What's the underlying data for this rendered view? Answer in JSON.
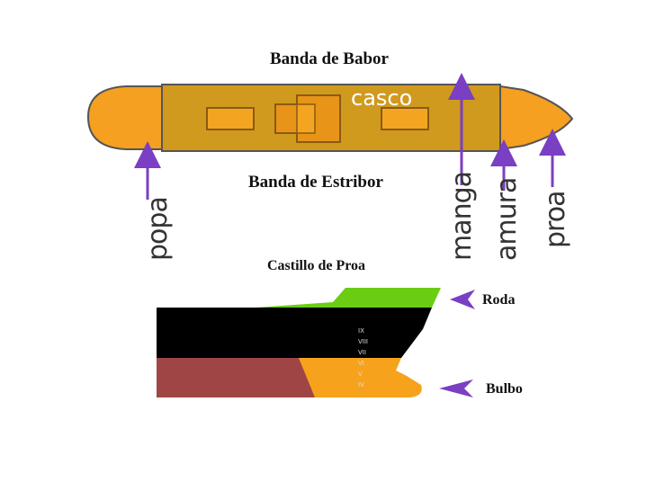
{
  "colors": {
    "hull": "#D09A1E",
    "hull_light": "#E8B030",
    "bow_stern": "#F5A020",
    "arrow": "#7A3FC2",
    "castillo": "#6ACD14",
    "black": "#000000",
    "bulbo_brown": "#A04545",
    "bulbo_orange": "#F6A21C"
  },
  "top_diagram": {
    "banda_babor": "Banda de Babor",
    "banda_estribor": "Banda de Estribor",
    "casco": "casco",
    "popa": "popa",
    "manga": "manga",
    "amura": "amura",
    "proa": "proa"
  },
  "bottom_diagram": {
    "castillo": "Castillo de Proa",
    "roda": "Roda",
    "bulbo": "Bulbo",
    "draft_marks": [
      "IX",
      "VIII",
      "VII",
      "VI",
      "V",
      "IV"
    ]
  }
}
